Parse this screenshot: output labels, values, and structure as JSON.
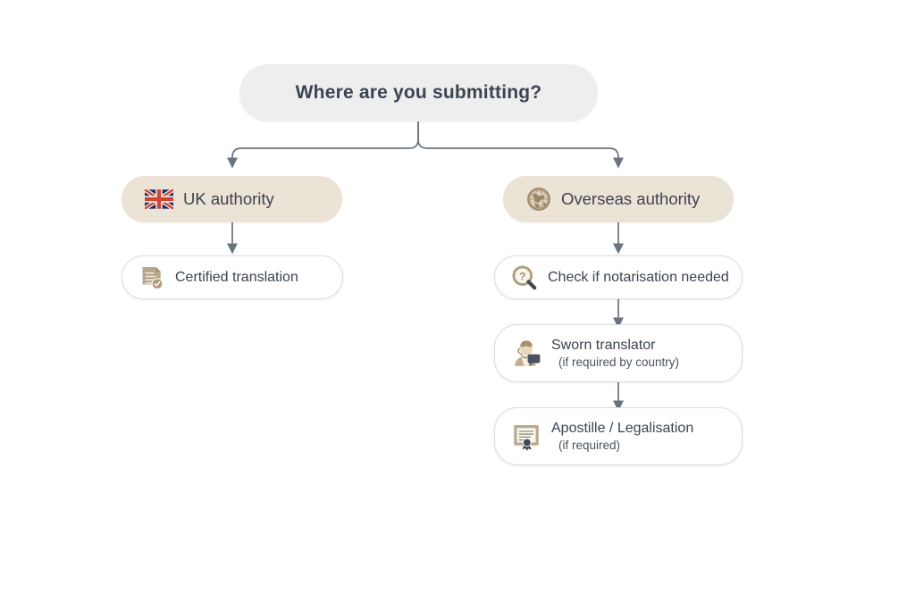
{
  "diagram": {
    "type": "flowchart",
    "title_node": {
      "label": "Where are you submitting?",
      "icon": "none",
      "style": "grey-pill"
    },
    "branches": [
      {
        "id": "uk",
        "label": "UK authority",
        "icon": "uk-flag-icon",
        "style": "beige-pill",
        "steps": [
          {
            "id": "certified-translation",
            "label": "Certified translation",
            "sub": "",
            "icon": "certified-document-icon"
          }
        ]
      },
      {
        "id": "overseas",
        "label": "Overseas authority",
        "icon": "globe-icon",
        "style": "beige-pill",
        "steps": [
          {
            "id": "check-notarisation",
            "label": "Check if notarisation needed",
            "sub": "",
            "icon": "magnifier-question-icon"
          },
          {
            "id": "sworn-translator",
            "label": "Sworn translator",
            "sub": "(if required by country)",
            "icon": "translator-person-icon"
          },
          {
            "id": "apostille",
            "label": "Apostille / Legalisation",
            "sub": "(if required)",
            "icon": "certificate-seal-icon"
          }
        ]
      }
    ],
    "colors": {
      "background": "#ffffff",
      "root_fill": "#eeeeee",
      "branch_fill": "#ece3d7",
      "step_fill": "#ffffff",
      "step_border": "#dcdcde",
      "text": "#3b4450",
      "connector": "#6b7380",
      "icon_tan": "#b39d7d",
      "icon_dark": "#4a525d"
    }
  }
}
